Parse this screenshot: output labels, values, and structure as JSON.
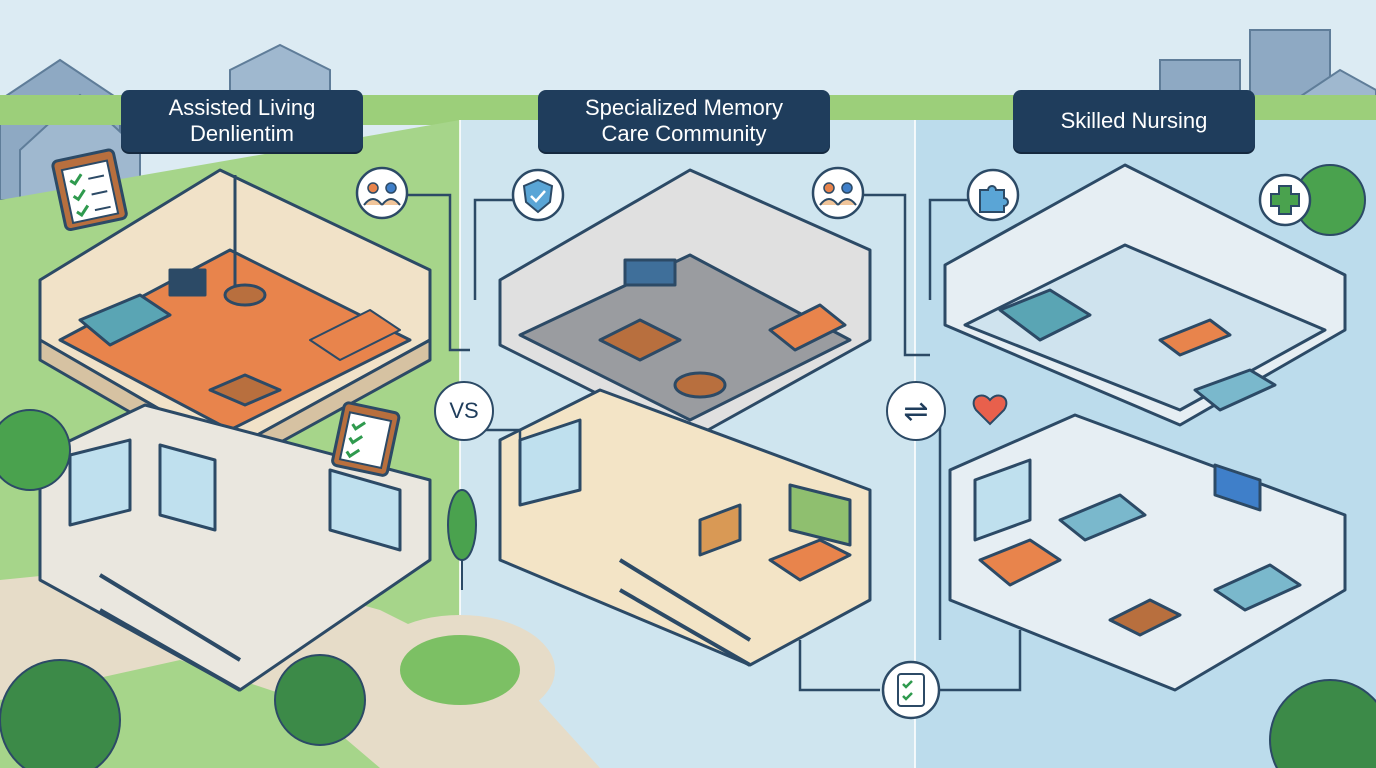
{
  "labels": {
    "assisted": [
      "Assisted Living",
      "Denlientim"
    ],
    "memory": [
      "Specialized Memory",
      "Care Community"
    ],
    "skilled": [
      "Skilled Nursing"
    ]
  },
  "connectors": {
    "vs": "VS",
    "equiv": "⇌"
  },
  "icons": [
    "clipboard-icon",
    "people-icon",
    "shield-check-icon",
    "people-icon",
    "puzzle-icon",
    "medical-cross-icon",
    "heart-icon",
    "clipboard-check-icon"
  ],
  "colors": {
    "assisted_floor": "#e8844c",
    "memory_floor": "#9a9ca0",
    "skilled_floor": "#cfe3ee",
    "label_bg": "#1f3d5c",
    "grass": "#7cc064",
    "path": "#e6dcc8",
    "water": "#bcdcec"
  }
}
